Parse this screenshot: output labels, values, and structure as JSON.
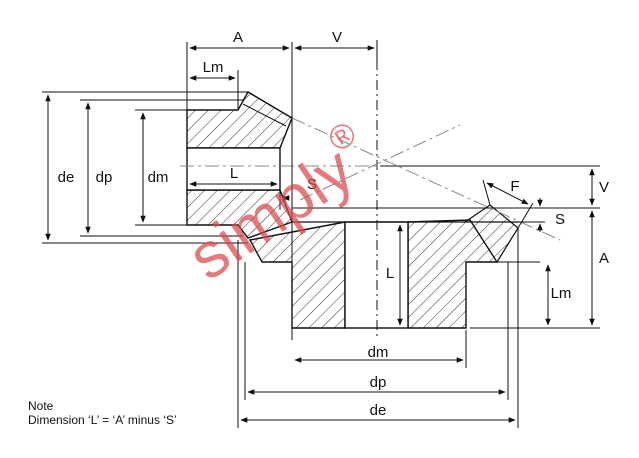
{
  "drawing": {
    "pinion_labels": {
      "A": "A",
      "V": "V",
      "Lm": "Lm",
      "de": "de",
      "dp": "dp",
      "dm": "dm",
      "L": "L",
      "S": "S"
    },
    "gear_labels": {
      "F": "F",
      "V": "V",
      "S": "S",
      "A": "A",
      "L": "L",
      "Lm": "Lm",
      "dm": "dm",
      "dp": "dp",
      "de": "de"
    },
    "note_title": "Note",
    "note_text": "Dimension ‘L’ = ‘A’ minus ‘S’",
    "watermark": "simply",
    "watermark_mark": "®"
  },
  "colors": {
    "line": "#111111",
    "hatch": "#333333",
    "centerline": "#888888",
    "watermark": "#d9474a"
  }
}
